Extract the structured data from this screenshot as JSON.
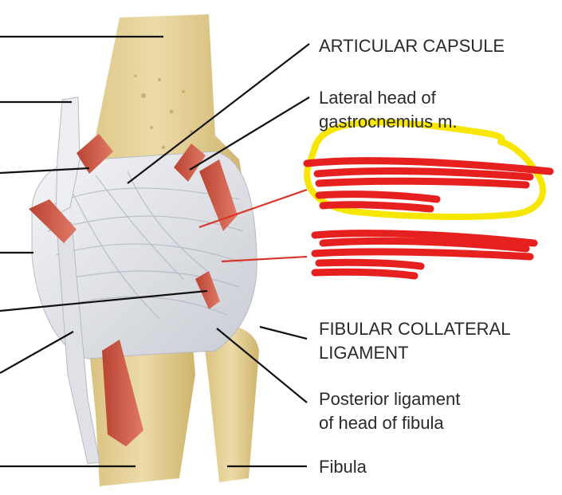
{
  "labels": {
    "articular_capsule": "ARTICULAR CAPSULE",
    "lateral_head_line1": "Lateral head of",
    "lateral_head_line2": "gastrocnemius m.",
    "fibular_collateral_line1": "FIBULAR COLLATERAL",
    "fibular_collateral_line2": "LIGAMENT",
    "posterior_lig_line1": "Posterior ligament",
    "posterior_lig_line2": "of head of fibula",
    "fibula": "Fibula"
  },
  "annotations": {
    "highlight_circle_color": "#f7e600",
    "scribble_color": "#e5201f"
  },
  "colors": {
    "bone": "#e3cf94",
    "ligament": "#e6e8ec",
    "muscle": "#c9513f",
    "leader_line_black": "#111111",
    "leader_line_red": "#d9362b"
  }
}
